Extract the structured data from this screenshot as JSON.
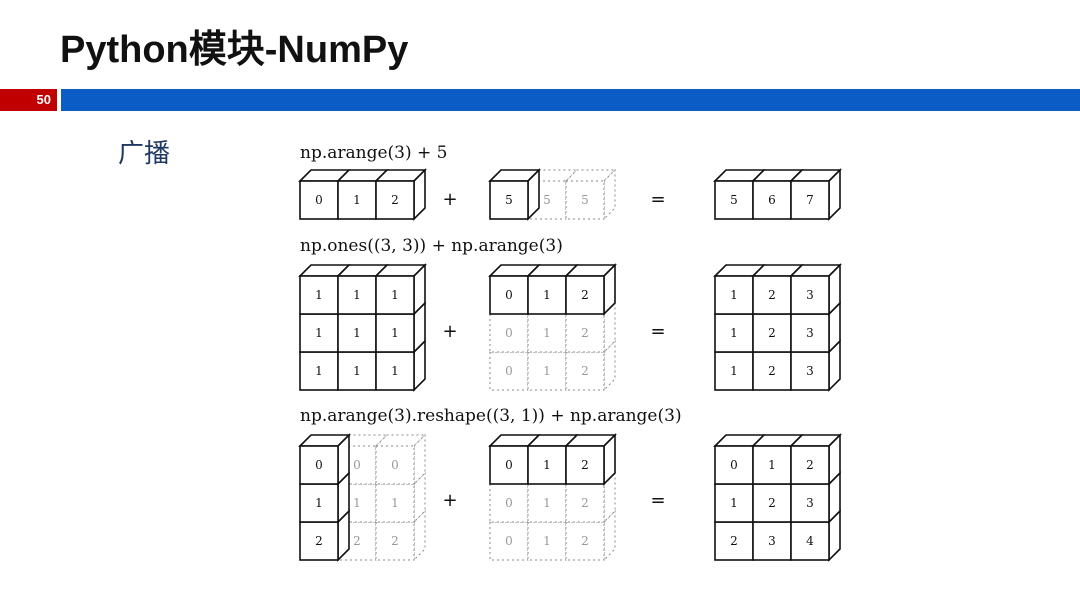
{
  "slide": {
    "title": "Python模块-NumPy",
    "page_number": "50",
    "section_label": "广播",
    "colors": {
      "accent_red": "#c00000",
      "bar_blue": "#0b5cc4",
      "label_blue": "#1f3864"
    }
  },
  "diagram": {
    "rows": [
      {
        "expression": "np.arange(3) + 5",
        "operator": "+",
        "equals": "=",
        "left": {
          "values": [
            [
              "0",
              "1",
              "2"
            ]
          ],
          "ghost": [
            [
              false,
              false,
              false
            ]
          ]
        },
        "right": {
          "values": [
            [
              "5",
              "5",
              "5"
            ]
          ],
          "ghost": [
            [
              false,
              true,
              true
            ]
          ]
        },
        "result": {
          "values": [
            [
              "5",
              "6",
              "7"
            ]
          ],
          "ghost": [
            [
              false,
              false,
              false
            ]
          ]
        }
      },
      {
        "expression": "np.ones((3, 3)) + np.arange(3)",
        "operator": "+",
        "equals": "=",
        "left": {
          "values": [
            [
              "1",
              "1",
              "1"
            ],
            [
              "1",
              "1",
              "1"
            ],
            [
              "1",
              "1",
              "1"
            ]
          ],
          "ghost": [
            [
              false,
              false,
              false
            ],
            [
              false,
              false,
              false
            ],
            [
              false,
              false,
              false
            ]
          ]
        },
        "right": {
          "values": [
            [
              "0",
              "1",
              "2"
            ],
            [
              "0",
              "1",
              "2"
            ],
            [
              "0",
              "1",
              "2"
            ]
          ],
          "ghost": [
            [
              false,
              false,
              false
            ],
            [
              true,
              true,
              true
            ],
            [
              true,
              true,
              true
            ]
          ]
        },
        "result": {
          "values": [
            [
              "1",
              "2",
              "3"
            ],
            [
              "1",
              "2",
              "3"
            ],
            [
              "1",
              "2",
              "3"
            ]
          ],
          "ghost": [
            [
              false,
              false,
              false
            ],
            [
              false,
              false,
              false
            ],
            [
              false,
              false,
              false
            ]
          ]
        }
      },
      {
        "expression": "np.arange(3).reshape((3, 1)) + np.arange(3)",
        "operator": "+",
        "equals": "=",
        "left": {
          "values": [
            [
              "0",
              "0",
              "0"
            ],
            [
              "1",
              "1",
              "1"
            ],
            [
              "2",
              "2",
              "2"
            ]
          ],
          "ghost": [
            [
              false,
              true,
              true
            ],
            [
              false,
              true,
              true
            ],
            [
              false,
              true,
              true
            ]
          ]
        },
        "right": {
          "values": [
            [
              "0",
              "1",
              "2"
            ],
            [
              "0",
              "1",
              "2"
            ],
            [
              "0",
              "1",
              "2"
            ]
          ],
          "ghost": [
            [
              false,
              false,
              false
            ],
            [
              true,
              true,
              true
            ],
            [
              true,
              true,
              true
            ]
          ]
        },
        "result": {
          "values": [
            [
              "0",
              "1",
              "2"
            ],
            [
              "1",
              "2",
              "3"
            ],
            [
              "2",
              "3",
              "4"
            ]
          ],
          "ghost": [
            [
              false,
              false,
              false
            ],
            [
              false,
              false,
              false
            ],
            [
              false,
              false,
              false
            ]
          ]
        }
      }
    ]
  }
}
